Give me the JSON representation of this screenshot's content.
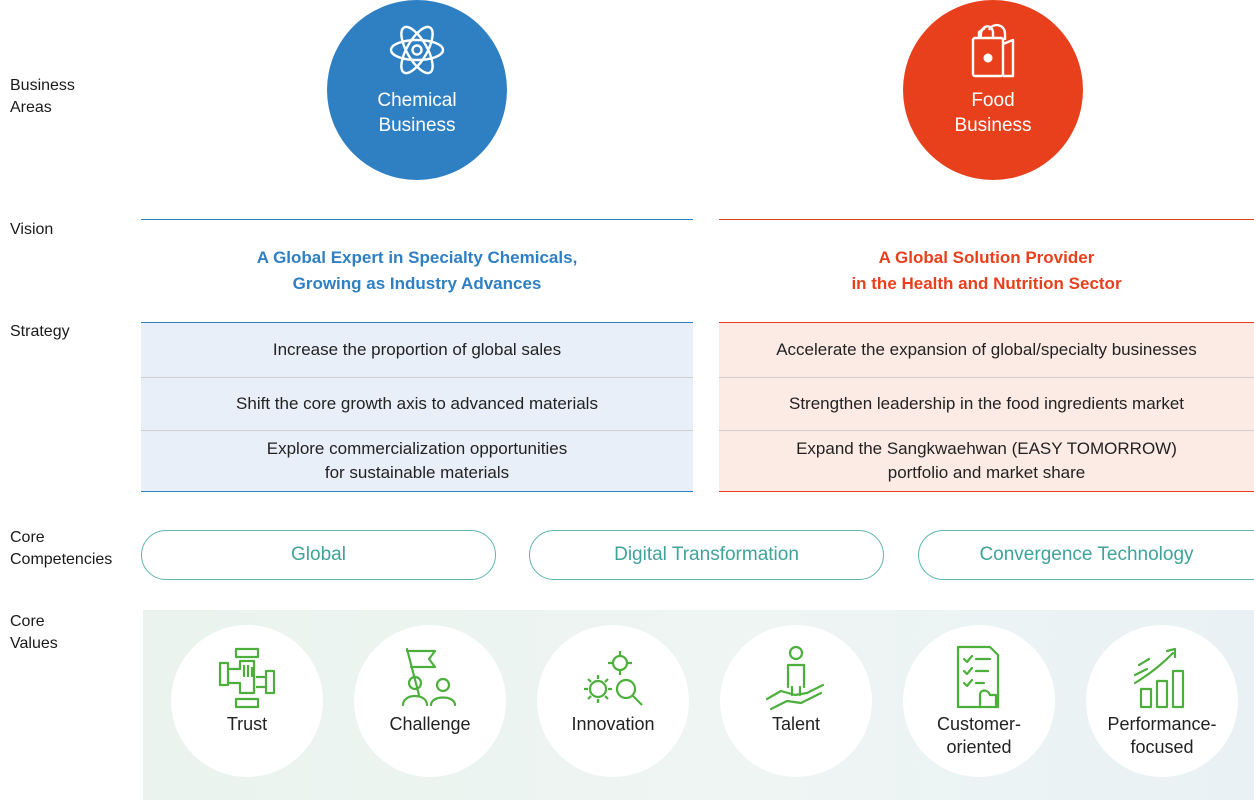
{
  "row_labels": {
    "business_areas": "Business\nAreas",
    "vision": "Vision",
    "strategy": "Strategy",
    "core_competencies": "Core\nCompetencies",
    "core_values": "Core\nValues"
  },
  "business": {
    "chemical": {
      "name": "Chemical\nBusiness",
      "color": "#2f7fc3",
      "icon": "atom-icon"
    },
    "food": {
      "name": "Food\nBusiness",
      "color": "#e8401c",
      "icon": "grocery-bag-icon"
    }
  },
  "vision": {
    "chemical": "A Global Expert in Specialty Chemicals,\nGrowing as Industry Advances",
    "food": "A Global Solution Provider\nin the Health and Nutrition Sector"
  },
  "strategy": {
    "chemical": [
      "Increase the proportion of global sales",
      "Shift the core growth axis to advanced materials",
      "Explore commercialization opportunities\nfor sustainable materials"
    ],
    "food": [
      "Accelerate the expansion of global/specialty businesses",
      "Strengthen leadership in the food ingredients market",
      "Expand the Sangkwaehwan (EASY TOMORROW)\nportfolio and market share"
    ]
  },
  "competencies": [
    "Global",
    "Digital Transformation",
    "Convergence Technology"
  ],
  "values": [
    {
      "name": "Trust",
      "icon": "hands-together-icon"
    },
    {
      "name": "Challenge",
      "icon": "flag-people-icon"
    },
    {
      "name": "Innovation",
      "icon": "gears-magnifier-icon"
    },
    {
      "name": "Talent",
      "icon": "person-hand-icon"
    },
    {
      "name": "Customer-\noriented",
      "icon": "checklist-hand-icon"
    },
    {
      "name": "Performance-\nfocused",
      "icon": "growth-chart-icon"
    }
  ],
  "colors": {
    "chemical": "#2f7fc3",
    "food": "#e8401c",
    "teal": "#3fa39a",
    "green_icon": "#4caf3c"
  }
}
